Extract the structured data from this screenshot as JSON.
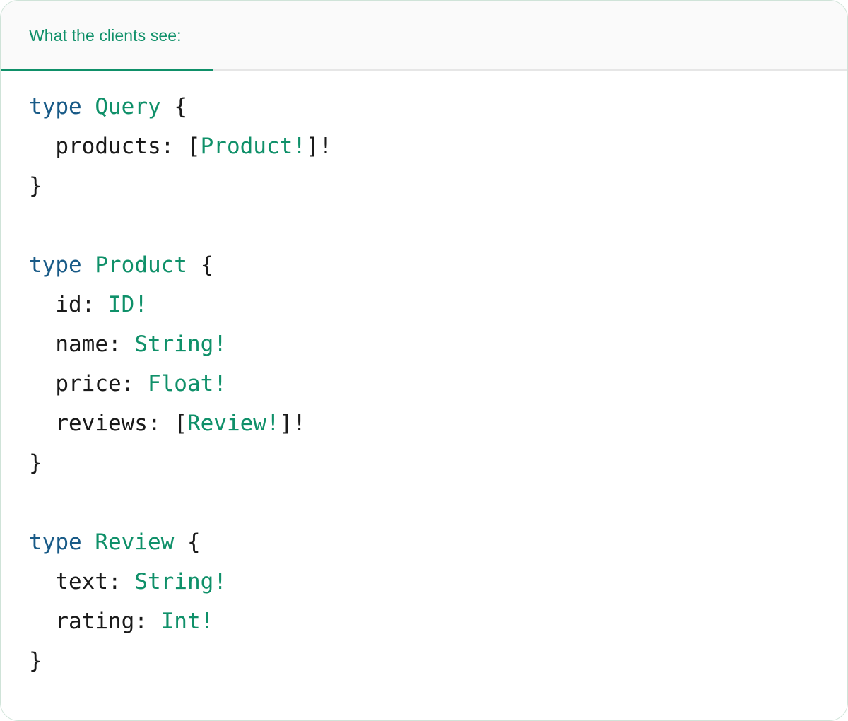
{
  "card": {
    "accent_green": "#0f9069",
    "keyword_blue": "#185a87",
    "text_black": "#1a1a1a",
    "header_bg": "#fafafa",
    "body_bg": "#ffffff",
    "divider": "#e6e6e6",
    "border": "#cfe3d8"
  },
  "tabs": [
    {
      "label": "What the clients see:",
      "active": true
    }
  ],
  "code": {
    "language": "graphql",
    "lines": [
      {
        "id": "line-1",
        "tokens": [
          {
            "t": "type",
            "k": "kw"
          },
          {
            "t": " ",
            "k": "punct"
          },
          {
            "t": "Query",
            "k": "type"
          },
          {
            "t": " ",
            "k": "punct"
          },
          {
            "t": "{",
            "k": "punct"
          }
        ]
      },
      {
        "id": "line-2",
        "tokens": [
          {
            "t": "  products: ",
            "k": "field"
          },
          {
            "t": "[",
            "k": "punct"
          },
          {
            "t": "Product!",
            "k": "type"
          },
          {
            "t": "]!",
            "k": "punct"
          }
        ]
      },
      {
        "id": "line-3",
        "tokens": [
          {
            "t": "}",
            "k": "punct"
          }
        ]
      },
      {
        "id": "line-4",
        "tokens": []
      },
      {
        "id": "line-5",
        "tokens": [
          {
            "t": "type",
            "k": "kw"
          },
          {
            "t": " ",
            "k": "punct"
          },
          {
            "t": "Product",
            "k": "type"
          },
          {
            "t": " ",
            "k": "punct"
          },
          {
            "t": "{",
            "k": "punct"
          }
        ]
      },
      {
        "id": "line-6",
        "tokens": [
          {
            "t": "  id: ",
            "k": "field"
          },
          {
            "t": "ID!",
            "k": "type"
          }
        ]
      },
      {
        "id": "line-7",
        "tokens": [
          {
            "t": "  name: ",
            "k": "field"
          },
          {
            "t": "String!",
            "k": "type"
          }
        ]
      },
      {
        "id": "line-8",
        "tokens": [
          {
            "t": "  price: ",
            "k": "field"
          },
          {
            "t": "Float!",
            "k": "type"
          }
        ]
      },
      {
        "id": "line-9",
        "tokens": [
          {
            "t": "  reviews: ",
            "k": "field"
          },
          {
            "t": "[",
            "k": "punct"
          },
          {
            "t": "Review!",
            "k": "type"
          },
          {
            "t": "]!",
            "k": "punct"
          }
        ]
      },
      {
        "id": "line-10",
        "tokens": [
          {
            "t": "}",
            "k": "punct"
          }
        ]
      },
      {
        "id": "line-11",
        "tokens": []
      },
      {
        "id": "line-12",
        "tokens": [
          {
            "t": "type",
            "k": "kw"
          },
          {
            "t": " ",
            "k": "punct"
          },
          {
            "t": "Review",
            "k": "type"
          },
          {
            "t": " ",
            "k": "punct"
          },
          {
            "t": "{",
            "k": "punct"
          }
        ]
      },
      {
        "id": "line-13",
        "tokens": [
          {
            "t": "  text: ",
            "k": "field"
          },
          {
            "t": "String!",
            "k": "type"
          }
        ]
      },
      {
        "id": "line-14",
        "tokens": [
          {
            "t": "  rating: ",
            "k": "field"
          },
          {
            "t": "Int!",
            "k": "type"
          }
        ]
      },
      {
        "id": "line-15",
        "tokens": [
          {
            "t": "}",
            "k": "punct"
          }
        ]
      }
    ]
  }
}
